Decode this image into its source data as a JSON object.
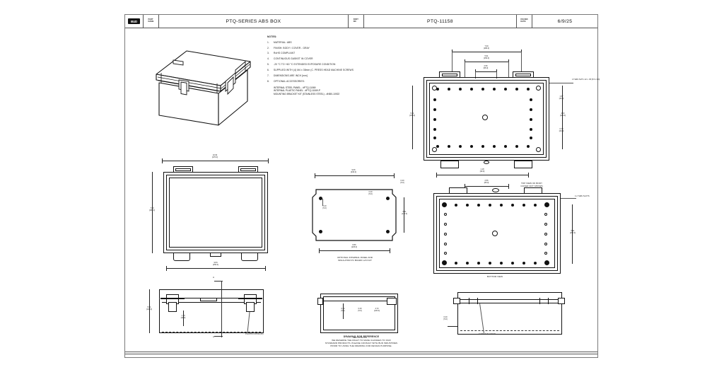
{
  "titleblock": {
    "logo_text": "BUD",
    "company_key": "PART\nNAME",
    "part_name": "PTQ-SERIES ABS BOX",
    "part_no_key": "PART\nNO",
    "part_no": "PTQ-11158",
    "date_key": "ISSUED\nDATE",
    "date": "6/9/25"
  },
  "notes": {
    "title": "NOTES:",
    "items": [
      {
        "no": "1.",
        "text": "MATERIAL: ABS"
      },
      {
        "no": "2.",
        "text": "FINISH: BODY / COVER - GRAY"
      },
      {
        "no": "3.",
        "text": "RoHS COMPLIANT"
      },
      {
        "no": "4.",
        "text": "CONTINUOUS GASKET IN COVER"
      },
      {
        "no": "5.",
        "text": "-20 °C TO +60 °C EXTENDED EXPOSURE CONDITION"
      },
      {
        "no": "6.",
        "text": "SUPPLIED WITH (4) M4 x 35mm (C. PRESS HEAD MACHINE SCREWS"
      },
      {
        "no": "7.",
        "text": "DIMENSIONS ARE INCH [mm]"
      },
      {
        "no": "8.",
        "text": "OPTIONAL ACCESSORIES:",
        "sub": [
          "INTERNAL STEEL PANEL - #PTQ-11069",
          "INTERNAL PLASTIC PANEL - #PTQ-11069-P",
          "MOUNTING BRACKET KIT (STAINLESS STEEL) - #NBX-10922"
        ]
      }
    ]
  },
  "views": {
    "iso_label": "",
    "top_body": {
      "label": "TOP VIEW OF BODY\nCOVER NOT SHOWN",
      "dims": [
        {
          "inch": "7.09",
          "mm": "[180.0]"
        },
        {
          "inch": "5.91",
          "mm": "[150.0]"
        },
        {
          "inch": "2.56",
          "mm": "[65.0]"
        },
        {
          "inch": "4.72",
          "mm": "[120.0]"
        },
        {
          "inch": "1.57",
          "mm": "[40.0]"
        },
        {
          "inch": "0.79",
          "mm": "[20.0]"
        },
        {
          "inch": "5.31",
          "mm": "[135.0]"
        },
        {
          "inch": "1.18",
          "mm": "[30.0]"
        }
      ],
      "callout": "4 THRU SLTS .22 x .35 [5.5 x 9.0]"
    },
    "front": {
      "dims": [
        {
          "inch": "10.63",
          "mm": "[270.0]"
        },
        {
          "inch": "7.09",
          "mm": "[180.0]"
        },
        {
          "inch": "9.84",
          "mm": "[250.0]"
        }
      ]
    },
    "panel": {
      "label": "OPTIONAL INTERNAL PANEL AND\nINSULATOR PC BOARD LAYOUT",
      "dims": [
        {
          "inch": "9.06",
          "mm": "[230.0]"
        },
        {
          "inch": "8.86",
          "mm": "[225.0]"
        },
        {
          "inch": "5.51",
          "mm": "[140.0]"
        },
        {
          "inch": "0.20",
          "mm": "[5.0]"
        },
        {
          "inch": "0.20",
          "mm": "[5.0]"
        },
        {
          "inch": "0.20",
          "mm": "[5.0]"
        }
      ]
    },
    "bottom": {
      "label": "BOTTOM VIEW",
      "dims": [
        {
          "inch": "2.56",
          "mm": "[65.0]"
        },
        {
          "inch": "5.91",
          "mm": "[150.0]"
        }
      ],
      "callout": "4 x THRU SLOTS"
    },
    "side_left": {
      "label": "",
      "dims": [
        {
          "inch": "5.51",
          "mm": "[140.0]"
        },
        {
          "inch": "1.18",
          "mm": "[30.0]"
        }
      ],
      "callout": "PLASTIC LATCH (4X)",
      "section_marks": [
        "A",
        "A"
      ]
    },
    "section": {
      "label": "SECTION A-A",
      "dims": [
        {
          "inch": "0.20",
          "mm": "[5.0]"
        },
        {
          "inch": "0.20",
          "mm": "[5.0]"
        },
        {
          "inch": "4.72",
          "mm": "[120.0]"
        }
      ]
    },
    "side_right": {
      "label": "",
      "dims": [
        {
          "inch": "0.20",
          "mm": "[5.0]"
        }
      ],
      "callout": "GASKET IN COVER"
    }
  },
  "footer": {
    "title": "DRAWING FOR REFERENCE",
    "lines": [
      "WE RESERVE THE RIGHT TO MAKE CHANGES TO OUR",
      "STANDARD PRODUCTS. PLEASE CONSULT WITH BUD INDUSTRIES",
      "PRIOR TO USING THE DRAWING FOR DESIGN PURPOSE."
    ]
  },
  "colors": {
    "ink": "#111111",
    "border": "#7a7a7a",
    "paper": "#ffffff"
  }
}
